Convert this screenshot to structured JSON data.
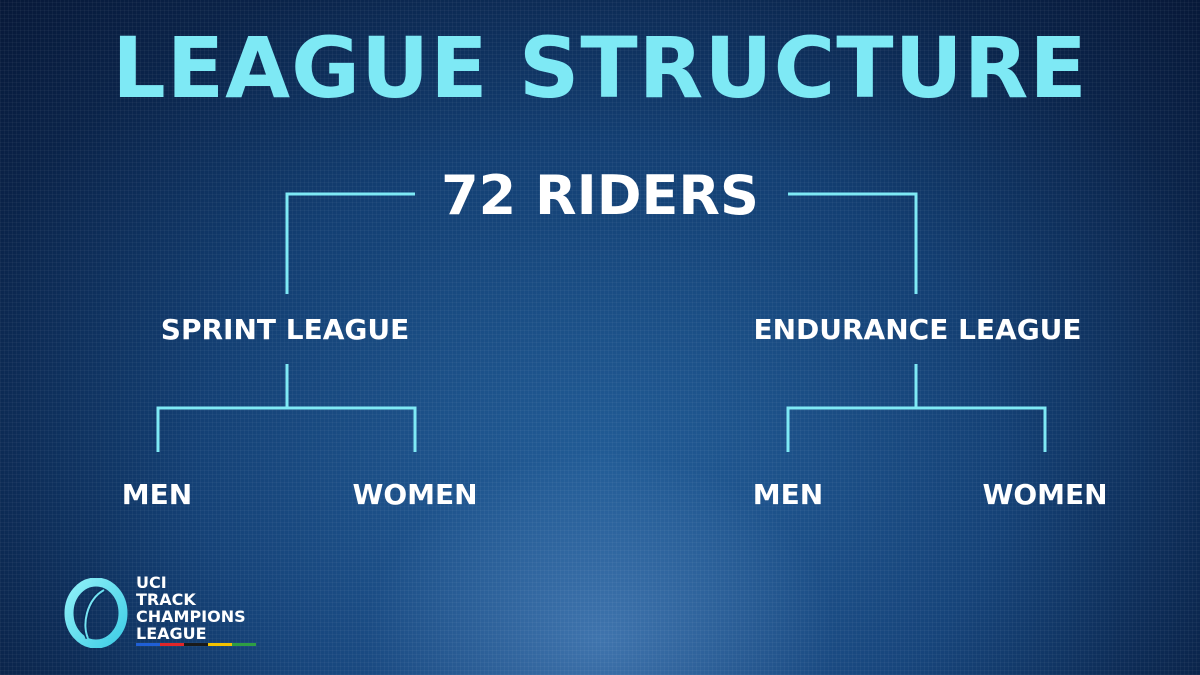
{
  "title": "LEAGUE STRUCTURE",
  "root": {
    "label": "72 RIDERS"
  },
  "leagues": [
    {
      "label": "SPRINT LEAGUE",
      "children": [
        "MEN",
        "WOMEN"
      ]
    },
    {
      "label": "ENDURANCE LEAGUE",
      "children": [
        "MEN",
        "WOMEN"
      ]
    }
  ],
  "logo": {
    "line1": "UCI",
    "line2": "TRACK",
    "line3": "CHAMPIONS",
    "line4": "LEAGUE",
    "icon": "track-oval-icon"
  },
  "colors": {
    "title": "#7ee9f5",
    "connector": "#7ee9f5",
    "text": "#ffffff",
    "stripe": [
      "#1f5fd6",
      "#e0262a",
      "#1a1a1a",
      "#f2c200",
      "#2e9e44"
    ]
  }
}
